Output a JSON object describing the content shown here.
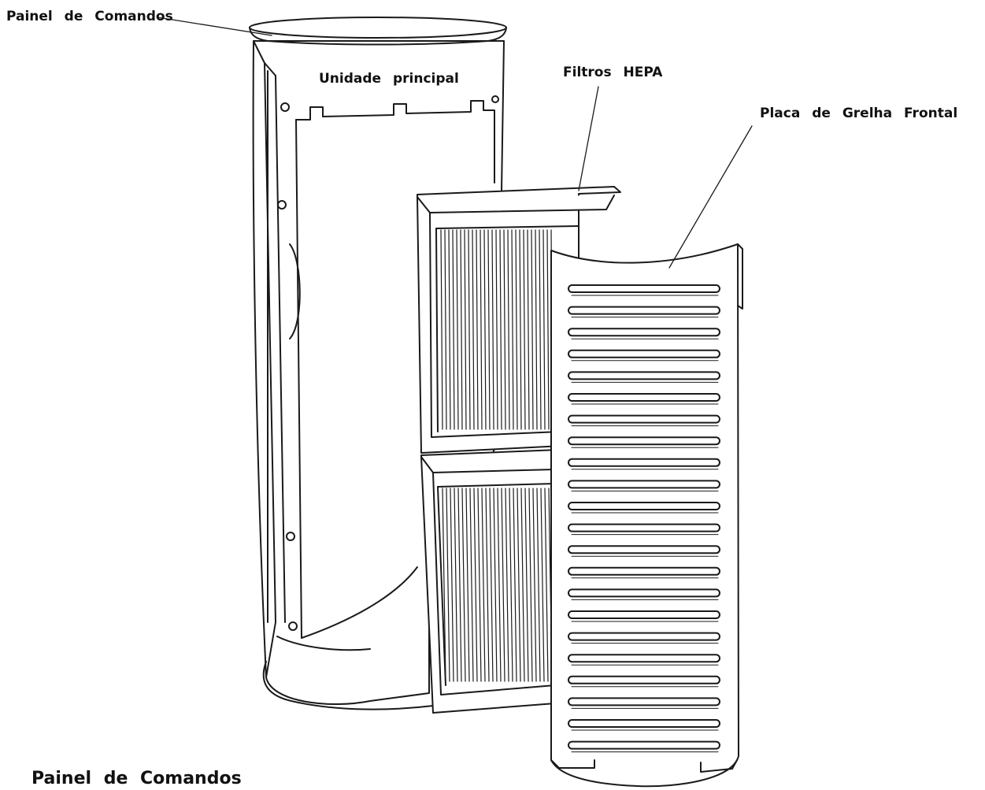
{
  "labels": {
    "control_panel": "Painel de Comandos",
    "main_unit": "Unidade principal",
    "hepa_filters": "Filtros HEPA",
    "front_grille": "Placa de Grelha Frontal"
  },
  "section_heading": "Painel de Comandos",
  "colors": {
    "line": "#1a1a1a",
    "background": "#ffffff"
  }
}
